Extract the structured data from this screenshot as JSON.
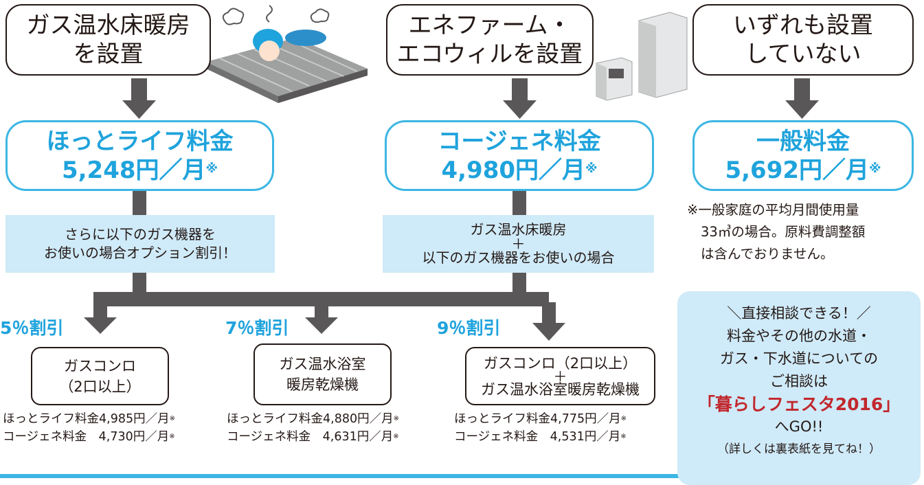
{
  "top_boxes": [
    {
      "line1": "ガス温水床暖房",
      "line2": "を設置"
    },
    {
      "line1": "エネファーム・",
      "line2": "エコウィルを設置"
    },
    {
      "line1": "いずれも設置",
      "line2": "していない"
    }
  ],
  "price_boxes": [
    {
      "name": "ほっとライフ料金",
      "price": "5,248円／月",
      "mark": "※"
    },
    {
      "name": "コージェネ料金",
      "price": "4,980円／月",
      "mark": "※"
    },
    {
      "name": "一般料金",
      "price": "5,692円／月",
      "mark": "※"
    }
  ],
  "notes": {
    "left_line1": "さらに以下のガス機器を",
    "left_line2": "お使いの場合オプション割引！",
    "right_line1": "ガス温水床暖房",
    "right_plus": "＋",
    "right_line2": "以下のガス機器をお使いの場合"
  },
  "options": [
    {
      "discount": "5％割引",
      "line1": "ガスコンロ",
      "line2": "（2口以上）",
      "price1": "ほっとライフ料金4,985円／月",
      "price2": "コージェネ料金　4,730円／月",
      "mark": "※"
    },
    {
      "discount": "7％割引",
      "line1": "ガス温水浴室",
      "line2": "暖房乾燥機",
      "price1": "ほっとライフ料金4,880円／月",
      "price2": "コージェネ料金　4,631円／月",
      "mark": "※"
    },
    {
      "discount": "9％割引",
      "line1": "ガスコンロ（2口以上）",
      "plus": "＋",
      "line2": "ガス温水浴室暖房乾燥機",
      "price1": "ほっとライフ料金4,775円／月",
      "price2": "コージェネ料金　4,531円／月",
      "mark": "※"
    }
  ],
  "footnote": {
    "line1": "※一般家庭の平均月間使用量",
    "line2": "33㎥の場合。原料費調整額",
    "line3": "は含んでおりません。"
  },
  "info": {
    "line1": "＼直接相談できる！／",
    "line2": "料金やその他の水道・",
    "line3": "ガス・下水道についての",
    "line4": "ご相談は",
    "line5": "「暮らしフェスタ2016」",
    "line6": "へGO!!",
    "line7": "（詳しくは裏表紙を見てね！）"
  },
  "colors": {
    "accent_blue": "#1fa3dc",
    "box_blue_border": "#3cb6e3",
    "band_blue": "#cfeaf8",
    "arrow_gray": "#595757",
    "highlight_red": "#c1272d"
  }
}
